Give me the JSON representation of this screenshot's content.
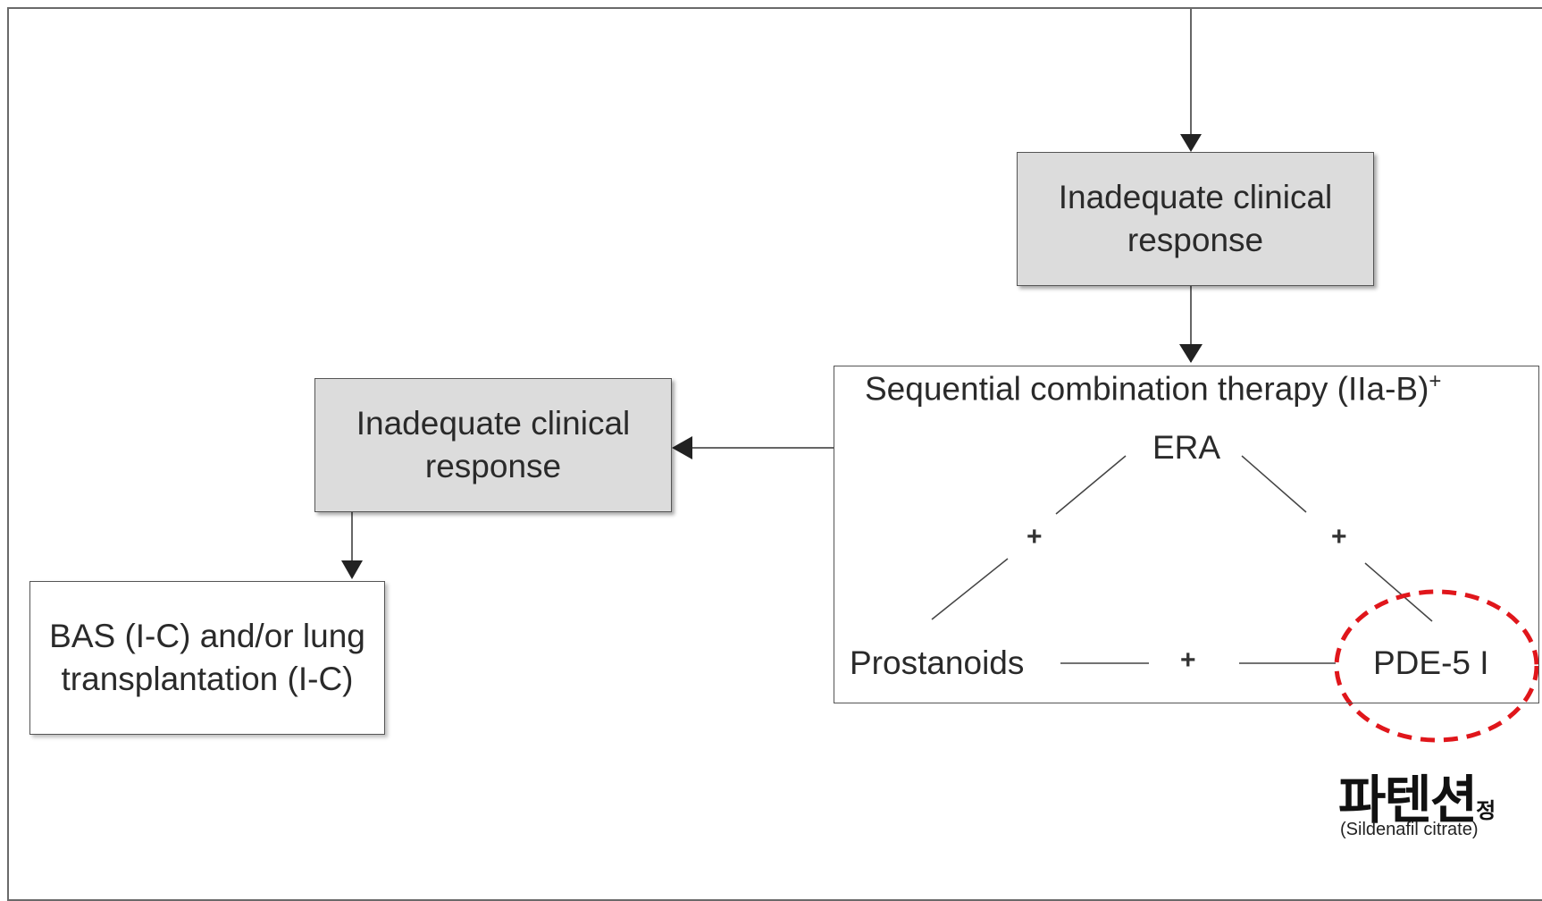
{
  "boxes": {
    "inadequate_top": "Inadequate clinical response",
    "inadequate_left": "Inadequate clinical response",
    "bas": "BAS (I-C) and/or lung transplantation (I-C)"
  },
  "sequential": {
    "title": "Sequential combination therapy (IIa-B)",
    "title_sup": "+",
    "era": "ERA",
    "prostanoids": "Prostanoids",
    "pde5": "PDE-5 I",
    "plus": "+"
  },
  "brand": {
    "name": "파텐션",
    "suffix": "정",
    "generic": "(Sildenafil citrate)"
  },
  "colors": {
    "box_fill": "#dcdcdc",
    "highlight": "#e0161b"
  }
}
